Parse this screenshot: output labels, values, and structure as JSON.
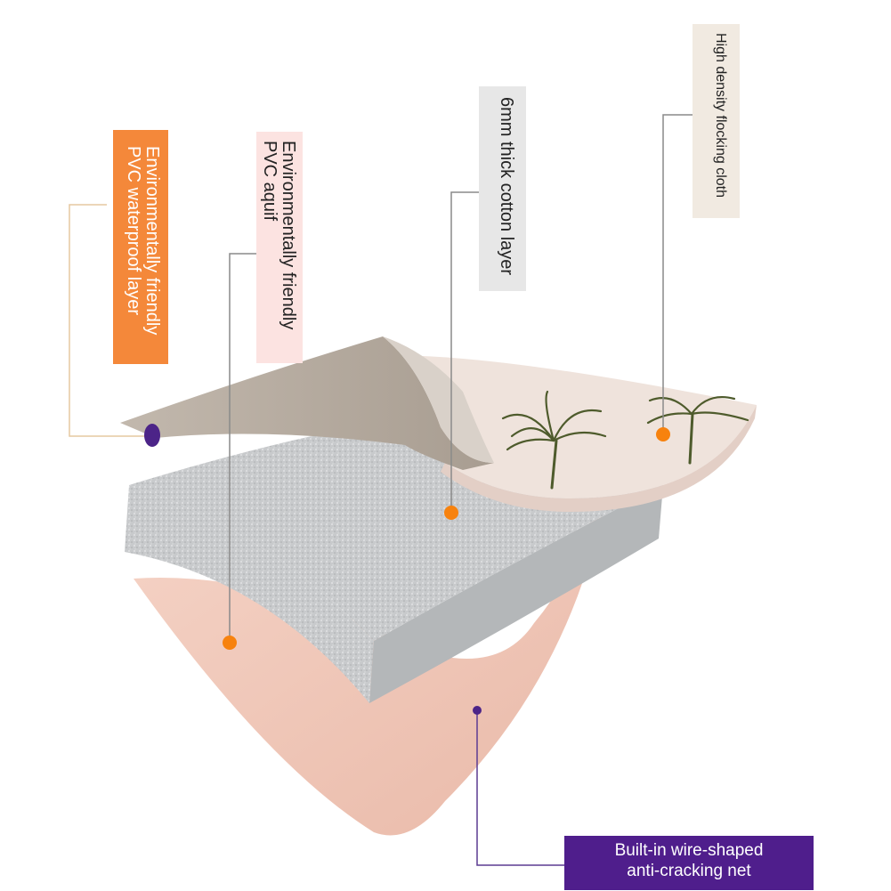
{
  "labels": {
    "waterproof": {
      "lines": [
        "Environmentally friendly",
        "PVC waterproof layer"
      ],
      "bg": "#F4883A",
      "fg": "#ffffff"
    },
    "aquif": {
      "lines": [
        "Environmentally friendly",
        "PVC aquif"
      ],
      "bg": "#FCE3E1",
      "fg": "#222222"
    },
    "cotton": {
      "lines": [
        "6mm thick cotton layer"
      ],
      "bg": "#E7E7E7",
      "fg": "#222222"
    },
    "flocking": {
      "lines": [
        "High density flocking cloth"
      ],
      "bg": "#F1EAE1",
      "fg": "#222222"
    },
    "net": {
      "lines": [
        "Built-in wire-shaped",
        "anti-cracking net"
      ],
      "bg": "#4F1E8C",
      "fg": "#ffffff"
    }
  },
  "colors": {
    "marker_orange": "#F7820E",
    "marker_purple": "#4C2488",
    "leader_gray": "#8A8A8A",
    "leader_purple": "#5C3B92",
    "leader_tan": "#E6C9A0",
    "foam": "#C9CBCC",
    "foam_edge": "#A9ACAE",
    "pink_layer": "#F0C7B8",
    "pvc_sheet": "#B7ACA0",
    "flocking_top": "#EDE2DA",
    "palm_green": "#4E5B2C"
  }
}
